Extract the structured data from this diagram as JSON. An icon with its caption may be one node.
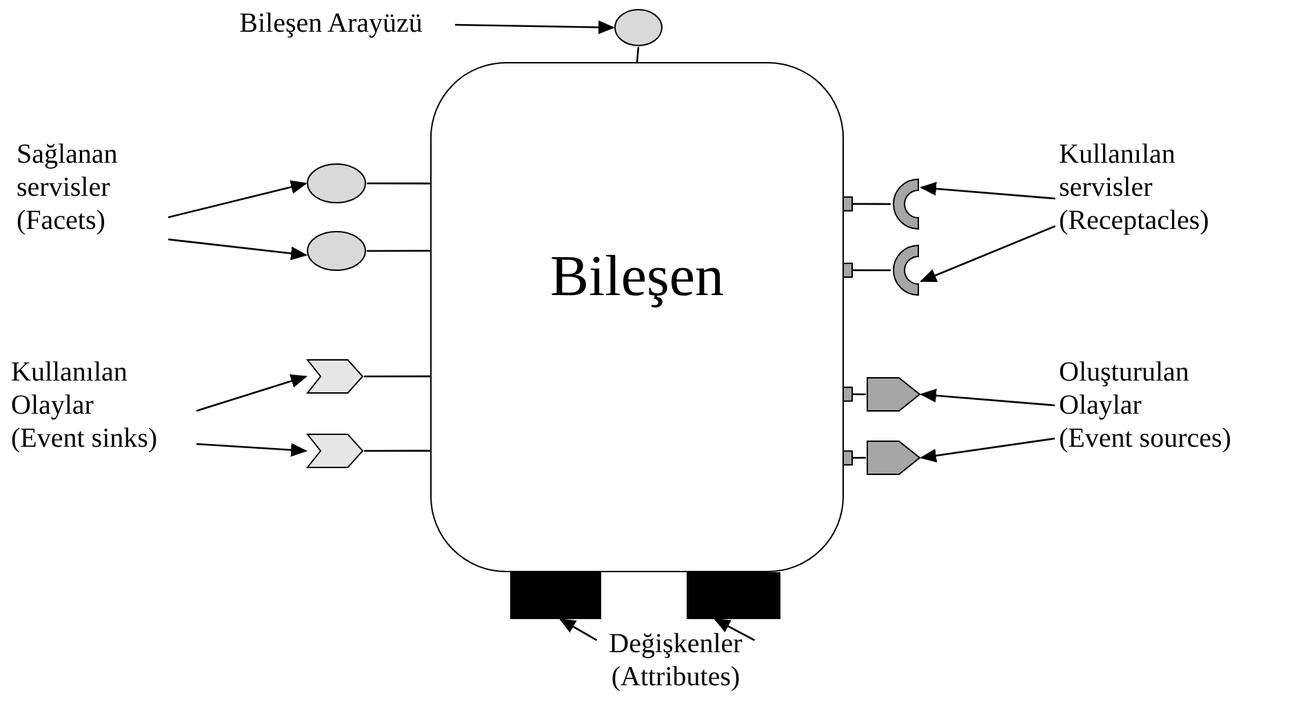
{
  "diagram": {
    "nodes": [
      {
        "text": [
          "Bileşen"
        ]
      },
      {
        "text": [
          "Bileşen Arayüzü"
        ]
      },
      {
        "text": [],
        "shape": "circle"
      },
      {
        "text": [
          "Sağlanan servisler",
          "(Facets)"
        ]
      },
      {
        "text": [],
        "shape": "circle"
      },
      {
        "text": [],
        "shape": "circle"
      },
      {
        "text": [
          "Kullanılan Olaylar",
          "(Event sinks)"
        ]
      },
      {
        "text": [],
        "shape": "chevron"
      },
      {
        "text": [],
        "shape": "chevron"
      },
      {
        "text": [
          "Kullanılan servisler",
          "(Receptacles)"
        ]
      },
      {
        "text": [],
        "shape": "socket"
      },
      {
        "text": [],
        "shape": "socket"
      },
      {
        "text": [
          "Oluşturulan Olaylar",
          "(Event sources)"
        ]
      },
      {
        "text": [],
        "shape": "pentagon"
      },
      {
        "text": [],
        "shape": "pentagon"
      },
      {
        "text": [
          "Değişkenler",
          "(Attributes)"
        ]
      },
      {
        "text": [],
        "shape": "bar"
      },
      {
        "text": [],
        "shape": "bar"
      }
    ],
    "edges": [
      {
        "from": 1,
        "to": 2,
        "arrow": "to"
      },
      {
        "from": 2,
        "to": 0,
        "arrow": "none"
      },
      {
        "from": 3,
        "to": 4,
        "arrow": "to"
      },
      {
        "from": 3,
        "to": 5,
        "arrow": "to"
      },
      {
        "from": 4,
        "to": 0,
        "arrow": "none"
      },
      {
        "from": 5,
        "to": 0,
        "arrow": "none"
      },
      {
        "from": 6,
        "to": 7,
        "arrow": "to"
      },
      {
        "from": 6,
        "to": 8,
        "arrow": "to"
      },
      {
        "from": 7,
        "to": 0,
        "arrow": "none"
      },
      {
        "from": 8,
        "to": 0,
        "arrow": "none"
      },
      {
        "from": 9,
        "to": 10,
        "arrow": "to"
      },
      {
        "from": 9,
        "to": 11,
        "arrow": "to"
      },
      {
        "from": 10,
        "to": 0,
        "arrow": "other"
      },
      {
        "from": 11,
        "to": 0,
        "arrow": "other"
      },
      {
        "from": 12,
        "to": 13,
        "arrow": "to"
      },
      {
        "from": 12,
        "to": 14,
        "arrow": "to"
      },
      {
        "from": 13,
        "to": 0,
        "arrow": "other"
      },
      {
        "from": 14,
        "to": 0,
        "arrow": "other"
      },
      {
        "from": 15,
        "to": 16,
        "arrow": "to"
      },
      {
        "from": 15,
        "to": 17,
        "arrow": "to"
      }
    ]
  }
}
